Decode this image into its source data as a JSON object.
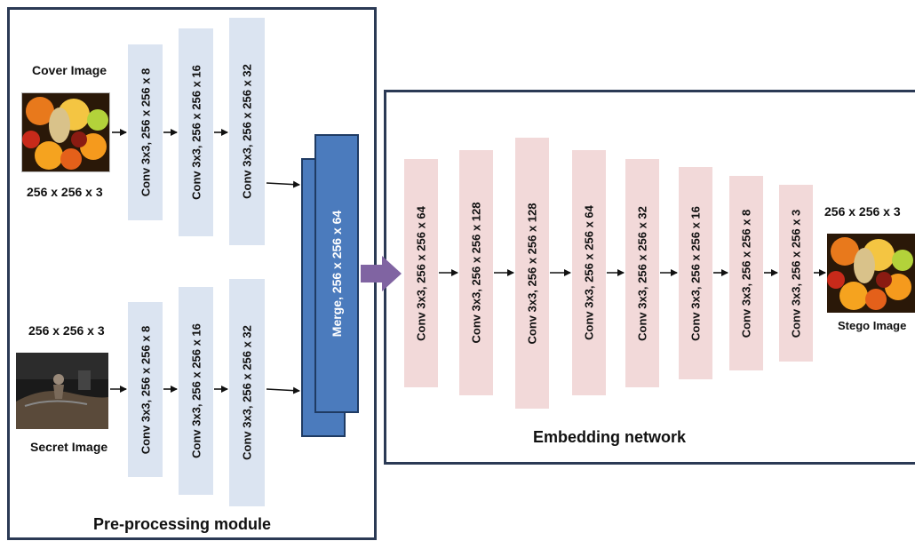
{
  "modules": {
    "preprocessing_title": "Pre-processing module",
    "embedding_title": "Embedding network"
  },
  "cover": {
    "title": "Cover Image",
    "size": "256 x 256 x 3"
  },
  "secret": {
    "title": "Secret Image",
    "size": "256 x 256 x 3"
  },
  "stego": {
    "title": "Stego Image",
    "size": "256 x 256 x 3"
  },
  "cover_branch": [
    "Conv 3x3, 256 x 256 x 8",
    "Conv 3x3, 256 x 256 x 16",
    "Conv 3x3, 256 x 256 x 32"
  ],
  "secret_branch": [
    "Conv 3x3, 256 x 256 x 8",
    "Conv 3x3, 256 x 256 x 16",
    "Conv 3x3, 256 x 256 x 32"
  ],
  "merge": "Merge, 256 x 256 x 64",
  "embedding_layers": [
    "Conv 3x3, 256 x 256 x 64",
    "Conv 3x3, 256 x 256 x 128",
    "Conv 3x3, 256 x 256 x 128",
    "Conv 3x3, 256 x 256 x 64",
    "Conv 3x3, 256 x 256 x 32",
    "Conv 3x3, 256 x 256 x 16",
    "Conv 3x3, 256 x 256 x 8",
    "Conv 3x3, 256 x 256 x 3"
  ],
  "colors": {
    "frame": "#2b3a55",
    "preprocess_layer": "#dbe4f1",
    "embedding_layer": "#f2d9d9",
    "merge_block": "#4b7bbd",
    "flow_arrow": "#8064a2"
  }
}
